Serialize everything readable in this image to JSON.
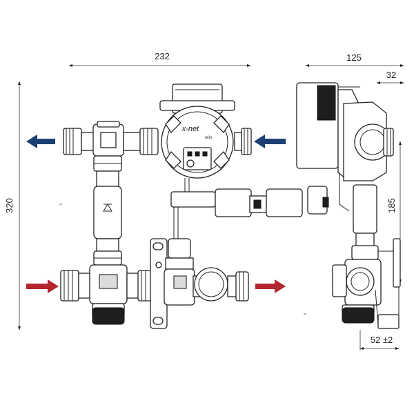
{
  "dimensions": {
    "width_front": "232",
    "depth_side": "125",
    "offset_top": "32",
    "height_total": "320",
    "height_side": "185",
    "spacing_bottom": "52 ±2"
  },
  "pump": {
    "brand_text": "x-net",
    "maker_text": "wilo"
  },
  "colors": {
    "return_arrow": "#1c3f73",
    "supply_arrow": "#b3262d",
    "line": "#222222"
  },
  "flows": {
    "top_left_arrow": "outflow",
    "top_right_arrow": "inflow",
    "bottom_left_arrow": "inflow",
    "bottom_right_arrow": "outflow"
  }
}
